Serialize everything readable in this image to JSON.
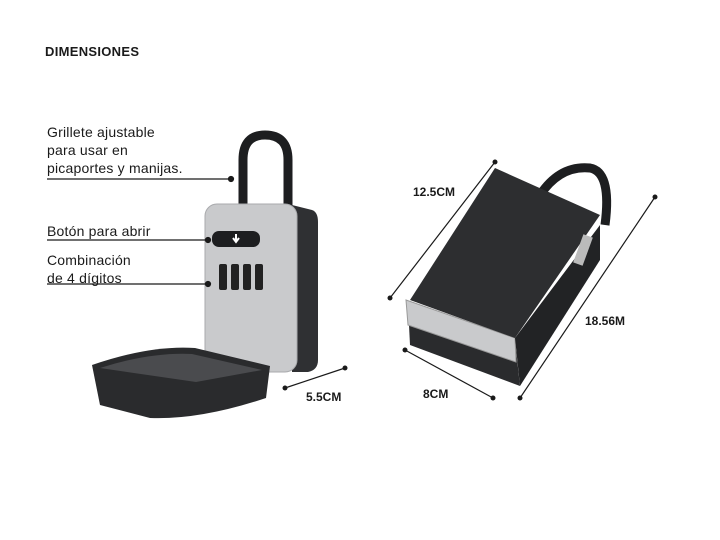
{
  "title": "DIMENSIONES",
  "features": [
    {
      "lines": [
        "Grillete ajustable",
        "para usar en",
        "picaportes y manijas."
      ]
    },
    {
      "lines": [
        "Botón para abrir"
      ]
    },
    {
      "lines": [
        "Combinación",
        "de 4 dígitos"
      ]
    }
  ],
  "dimensions": {
    "depth": "5.5CM",
    "width_top": "12.5CM",
    "width_bottom": "8CM",
    "height": "18.56M"
  },
  "colors": {
    "body_gray": "#c9cacc",
    "dark": "#2b2c2e",
    "text": "#1a1a1a"
  }
}
